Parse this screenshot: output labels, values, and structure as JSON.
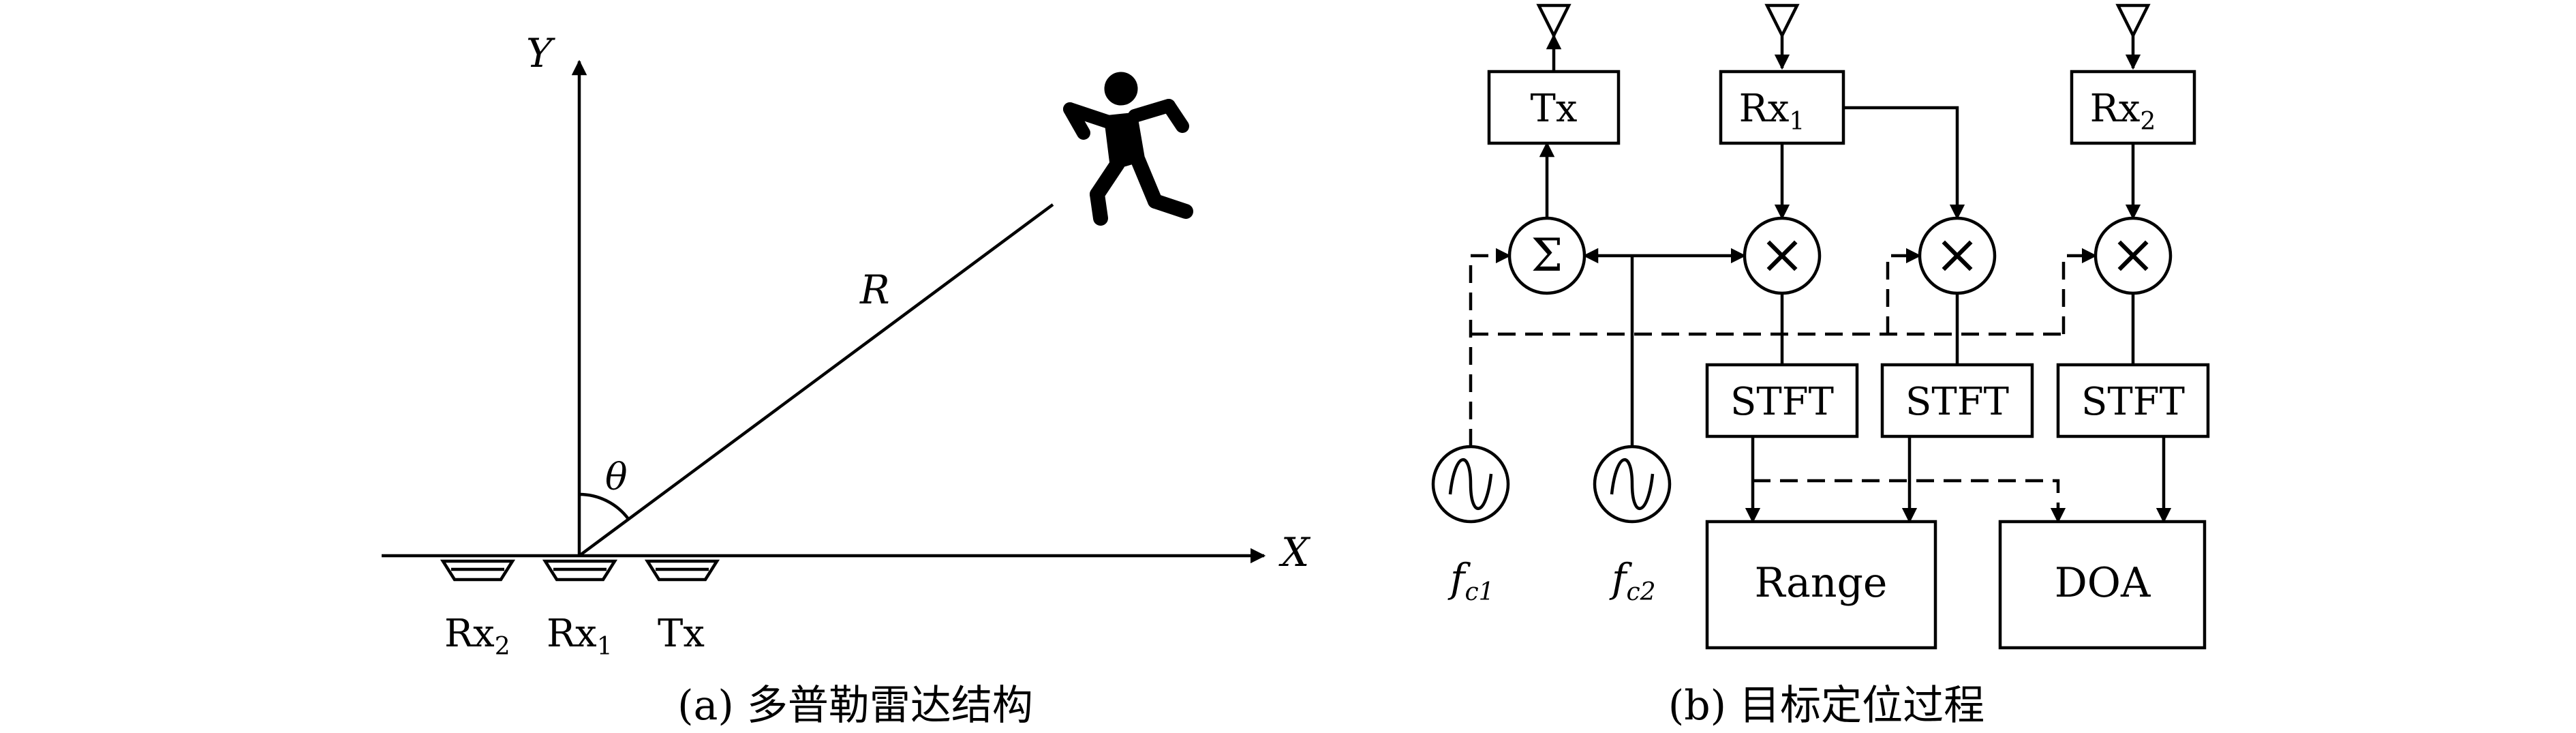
{
  "panel_a": {
    "axis_y": "Y",
    "axis_x": "X",
    "range_label": "R",
    "angle_label": "θ",
    "antennas": [
      {
        "main": "Rx",
        "sub": "2"
      },
      {
        "main": "Rx",
        "sub": "1"
      },
      {
        "main": "Tx",
        "sub": ""
      }
    ],
    "caption": "(a) 多普勒雷达结构"
  },
  "panel_b": {
    "tx_label": "Tx",
    "rx1": {
      "main": "Rx",
      "sub": "1"
    },
    "rx2": {
      "main": "Rx",
      "sub": "2"
    },
    "sum_symbol": "Σ",
    "mix_symbol": "×",
    "stft_labels": [
      "STFT",
      "STFT",
      "STFT"
    ],
    "range_label": "Range",
    "doa_label": "DOA",
    "osc1": {
      "main": "f",
      "sub": "c1"
    },
    "osc2": {
      "main": "f",
      "sub": "c2"
    },
    "caption": "(b) 目标定位过程"
  }
}
